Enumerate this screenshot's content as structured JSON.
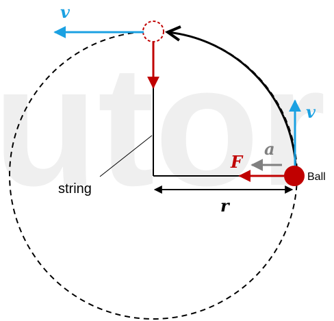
{
  "watermark": {
    "text": "utorp"
  },
  "labels": {
    "velocity_top": "v",
    "velocity_right": "v",
    "acceleration": "a",
    "force": "F",
    "radius": "r",
    "string": "string",
    "ball": "Ball"
  },
  "colors": {
    "velocity": "#1ba1e2",
    "force": "#c00000",
    "acceleration": "#808080",
    "ball": "#c00000",
    "line": "#000000",
    "watermark": "#efefef"
  }
}
